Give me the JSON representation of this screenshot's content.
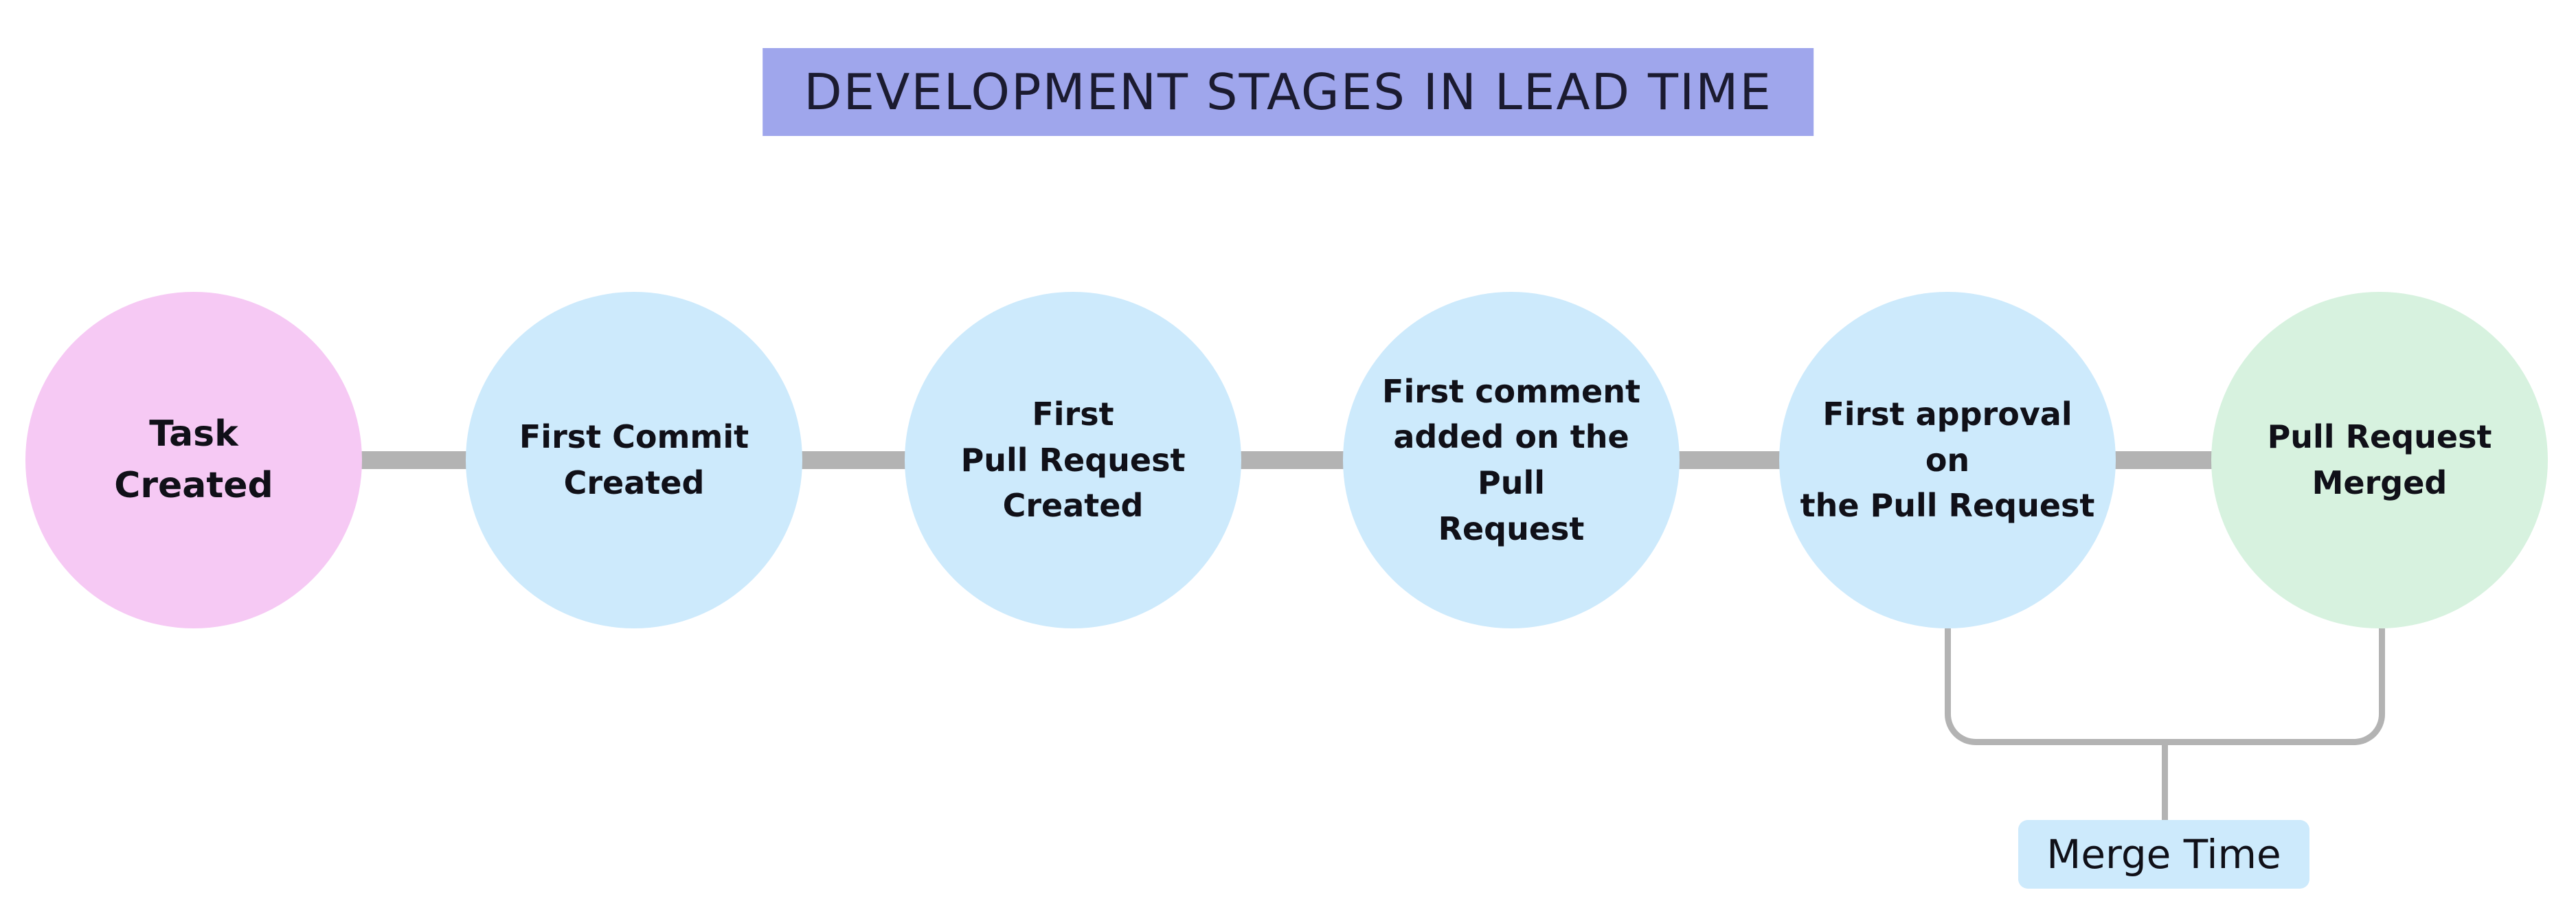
{
  "title": {
    "text": "DEVELOPMENT STAGES IN LEAD TIME"
  },
  "stages": [
    {
      "id": "task-created",
      "label": "Task\nCreated",
      "color": "#f6c9f4"
    },
    {
      "id": "first-commit-created",
      "label": "First Commit\nCreated",
      "color": "#cdeafc"
    },
    {
      "id": "first-pr-created",
      "label": "First\nPull Request\nCreated",
      "color": "#cdeafc"
    },
    {
      "id": "first-comment-added",
      "label": "First comment\nadded on the Pull\nRequest",
      "color": "#cdeafc"
    },
    {
      "id": "first-approval",
      "label": "First approval on\nthe Pull Request",
      "color": "#cdeafc"
    },
    {
      "id": "pull-request-merged",
      "label": "Pull Request\nMerged",
      "color": "#d7f2df"
    }
  ],
  "annotation": {
    "label": "Merge Time",
    "bg": "#cdeafc",
    "spans_stages": [
      "first-approval",
      "pull-request-merged"
    ]
  },
  "colors": {
    "title_bg": "#9fa6ec",
    "stage_pink": "#f6c9f4",
    "stage_blue": "#cdeafc",
    "stage_green": "#d7f2df",
    "connector": "#b3b3b3",
    "text": "#101018",
    "background": "#ffffff"
  }
}
